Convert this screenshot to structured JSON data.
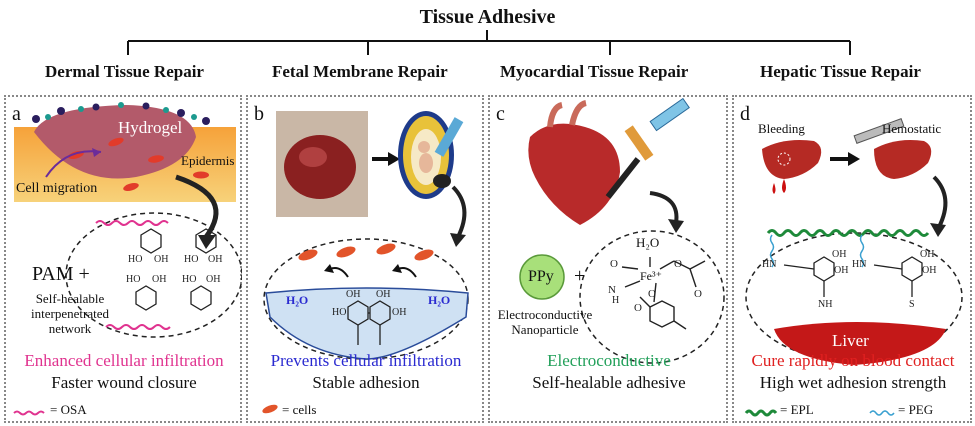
{
  "title": "Tissue Adhesive",
  "headers": [
    "Dermal Tissue Repair",
    "Fetal Membrane Repair",
    "Myocardial Tissue Repair",
    "Hepatic Tissue Repair"
  ],
  "panel_a": {
    "label": "a",
    "hydrogel": "Hydrogel",
    "epidermis": "Epidermis",
    "cell_migration": "Cell migration",
    "pam": "PAM +",
    "network_lines": [
      "Self-healable",
      "interpenetrated",
      "network"
    ],
    "caption_colored": "Enhanced cellular infiltration",
    "caption": "Faster wound closure",
    "legend": "= OSA",
    "accent": "#e0338f"
  },
  "panel_b": {
    "label": "b",
    "water_left": "H₂O",
    "water_right": "H₂O",
    "caption_colored": "Prevents cellular infiltration",
    "caption": "Stable adhesion",
    "legend": "= cells",
    "accent": "#2a2ad0"
  },
  "panel_c": {
    "label": "c",
    "ppy": "PPy",
    "plus": "+",
    "nano_lines": [
      "Electroconductive",
      "Nanoparticle"
    ],
    "h2o": "H₂O",
    "fe": "Fe³⁺",
    "caption_colored": "Electroconductive",
    "caption": "Self-healable adhesive",
    "accent": "#22a05a"
  },
  "panel_d": {
    "label": "d",
    "bleeding": "Bleeding",
    "hemostatic": "Hemostatic",
    "liver": "Liver",
    "caption_colored": "Cure rapidly on blood contact",
    "caption": "High wet adhesion strength",
    "legend_epl": "= EPL",
    "legend_peg": "= PEG",
    "accent": "#e02020"
  }
}
